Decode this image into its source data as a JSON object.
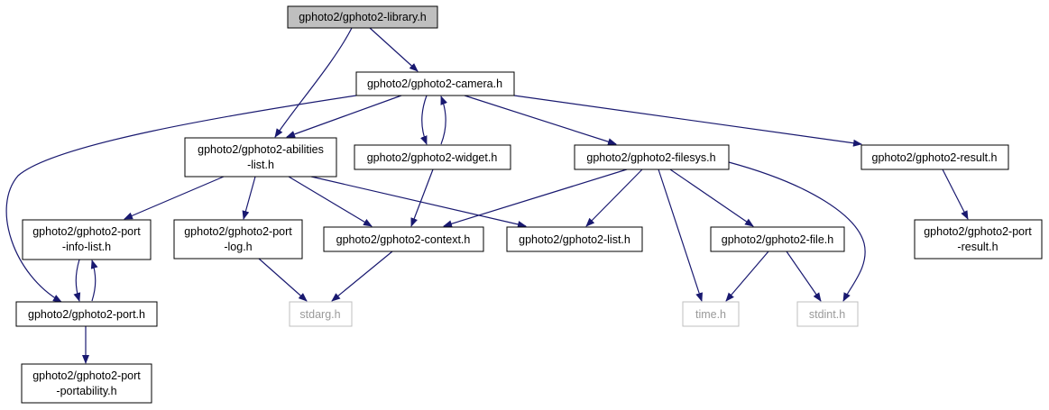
{
  "colors": {
    "edge": "#191970",
    "box_border": "#000000",
    "external_border": "#bfbfbf",
    "root_fill": "#bfbfbf",
    "box_fill": "#ffffff",
    "external_text": "#9a9a9a"
  },
  "nodes": {
    "library": {
      "lines": [
        "gphoto2/gphoto2-library.h"
      ],
      "kind": "root"
    },
    "camera": {
      "lines": [
        "gphoto2/gphoto2-camera.h"
      ],
      "kind": "header"
    },
    "abilities": {
      "lines": [
        "gphoto2/gphoto2-abilities",
        "-list.h"
      ],
      "kind": "header"
    },
    "widget": {
      "lines": [
        "gphoto2/gphoto2-widget.h"
      ],
      "kind": "header"
    },
    "filesys": {
      "lines": [
        "gphoto2/gphoto2-filesys.h"
      ],
      "kind": "header"
    },
    "result": {
      "lines": [
        "gphoto2/gphoto2-result.h"
      ],
      "kind": "header"
    },
    "portinfo": {
      "lines": [
        "gphoto2/gphoto2-port",
        "-info-list.h"
      ],
      "kind": "header"
    },
    "portlog": {
      "lines": [
        "gphoto2/gphoto2-port",
        "-log.h"
      ],
      "kind": "header"
    },
    "context": {
      "lines": [
        "gphoto2/gphoto2-context.h"
      ],
      "kind": "header"
    },
    "list": {
      "lines": [
        "gphoto2/gphoto2-list.h"
      ],
      "kind": "header"
    },
    "file": {
      "lines": [
        "gphoto2/gphoto2-file.h"
      ],
      "kind": "header"
    },
    "portresult": {
      "lines": [
        "gphoto2/gphoto2-port",
        "-result.h"
      ],
      "kind": "header"
    },
    "port": {
      "lines": [
        "gphoto2/gphoto2-port.h"
      ],
      "kind": "header"
    },
    "stdarg": {
      "lines": [
        "stdarg.h"
      ],
      "kind": "external"
    },
    "time": {
      "lines": [
        "time.h"
      ],
      "kind": "external"
    },
    "stdint": {
      "lines": [
        "stdint.h"
      ],
      "kind": "external"
    },
    "portability": {
      "lines": [
        "gphoto2/gphoto2-port",
        "-portability.h"
      ],
      "kind": "header"
    }
  },
  "edges": [
    {
      "from": "library",
      "to": "camera"
    },
    {
      "from": "library",
      "to": "abilities"
    },
    {
      "from": "camera",
      "to": "abilities"
    },
    {
      "from": "camera",
      "to": "widget"
    },
    {
      "from": "widget",
      "to": "camera"
    },
    {
      "from": "camera",
      "to": "filesys"
    },
    {
      "from": "camera",
      "to": "result"
    },
    {
      "from": "camera",
      "to": "port"
    },
    {
      "from": "abilities",
      "to": "portinfo"
    },
    {
      "from": "abilities",
      "to": "portlog"
    },
    {
      "from": "abilities",
      "to": "context"
    },
    {
      "from": "abilities",
      "to": "list"
    },
    {
      "from": "widget",
      "to": "context"
    },
    {
      "from": "filesys",
      "to": "context"
    },
    {
      "from": "filesys",
      "to": "list"
    },
    {
      "from": "filesys",
      "to": "file"
    },
    {
      "from": "filesys",
      "to": "time"
    },
    {
      "from": "filesys",
      "to": "stdint"
    },
    {
      "from": "result",
      "to": "portresult"
    },
    {
      "from": "portinfo",
      "to": "port"
    },
    {
      "from": "port",
      "to": "portinfo"
    },
    {
      "from": "portlog",
      "to": "stdarg"
    },
    {
      "from": "context",
      "to": "stdarg"
    },
    {
      "from": "file",
      "to": "time"
    },
    {
      "from": "file",
      "to": "stdint"
    },
    {
      "from": "port",
      "to": "portability"
    }
  ]
}
